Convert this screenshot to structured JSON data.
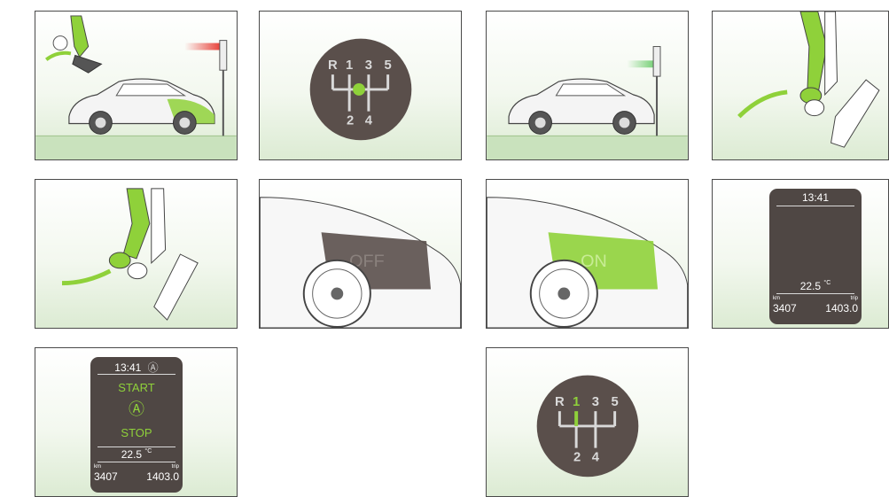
{
  "engine_labels": {
    "off": "OFF",
    "on": "ON"
  },
  "gear_knob": {
    "top": [
      "R",
      "1",
      "3",
      "5"
    ],
    "bottom": [
      "2",
      "4"
    ]
  },
  "display_basic": {
    "time": "13:41",
    "temperature": "22.5",
    "temp_unit": "°C",
    "km_label": "km",
    "km_value": "3407",
    "trip_label": "trip",
    "trip_value": "1403.0"
  },
  "display_startstop": {
    "time": "13:41",
    "indicator": "Ⓐ",
    "start": "START",
    "symbol": "Ⓐ",
    "stop": "STOP",
    "temperature": "22.5",
    "temp_unit": "°C",
    "km_label": "km",
    "km_value": "3407",
    "trip_label": "trip",
    "trip_value": "1403.0"
  },
  "colors": {
    "accent_green": "#8fd13a",
    "panel_border": "#4a4a4a",
    "display_bg": "#4f4744",
    "knob": "#5a4f4b",
    "traffic_red": "#e8463e",
    "traffic_green": "#7bd17b"
  }
}
